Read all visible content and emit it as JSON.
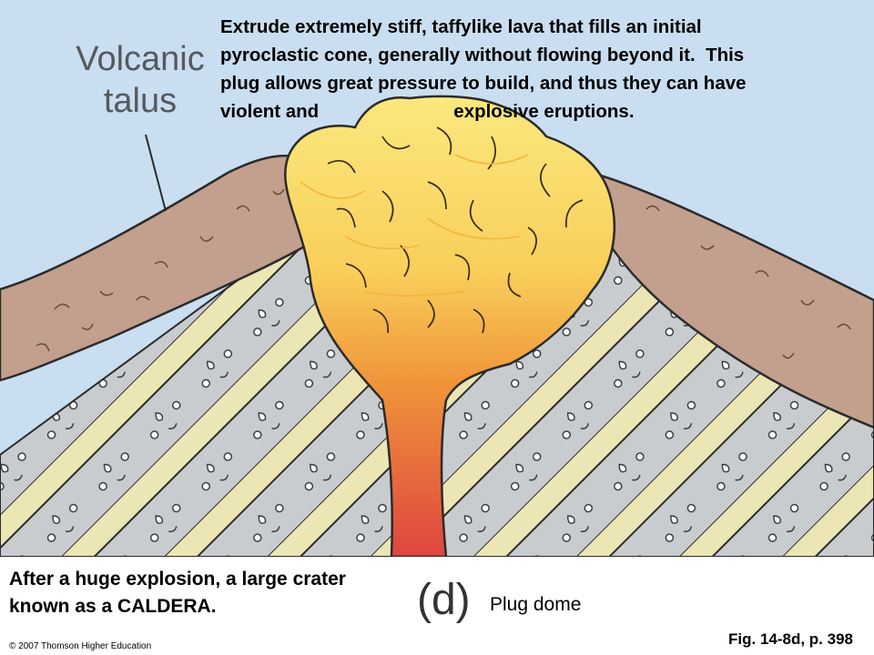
{
  "caption_top": {
    "line1": "Extrude extremely stiff, taffylike lava that fills an initial",
    "line2": "pyroclastic cone, generally without flowing beyond it.  This",
    "line3": "plug allows great pressure to build, and thus they can have",
    "line4": "violent and                          explosive eruptions."
  },
  "labels": {
    "talus_line1": "Volcanic",
    "talus_line2": "talus",
    "panel_letter": "(d)",
    "panel_title": "Plug dome"
  },
  "bottom_note": {
    "line1": "After a huge explosion, a large crater",
    "line2": "known as a CALDERA."
  },
  "footer": {
    "copyright": "© 2007 Thomson Higher Education",
    "fig_ref": "Fig. 14-8d, p. 398"
  },
  "colors": {
    "sky": "#c9def0",
    "talus": "#c2a08d",
    "talus_outline": "#6b4b3c",
    "stripe_gray": "#c9cccf",
    "stripe_cream": "#ece5b4",
    "lava_top": "#fbe67a",
    "lava_mid": "#f2a23c",
    "lava_bottom": "#e0453e"
  }
}
